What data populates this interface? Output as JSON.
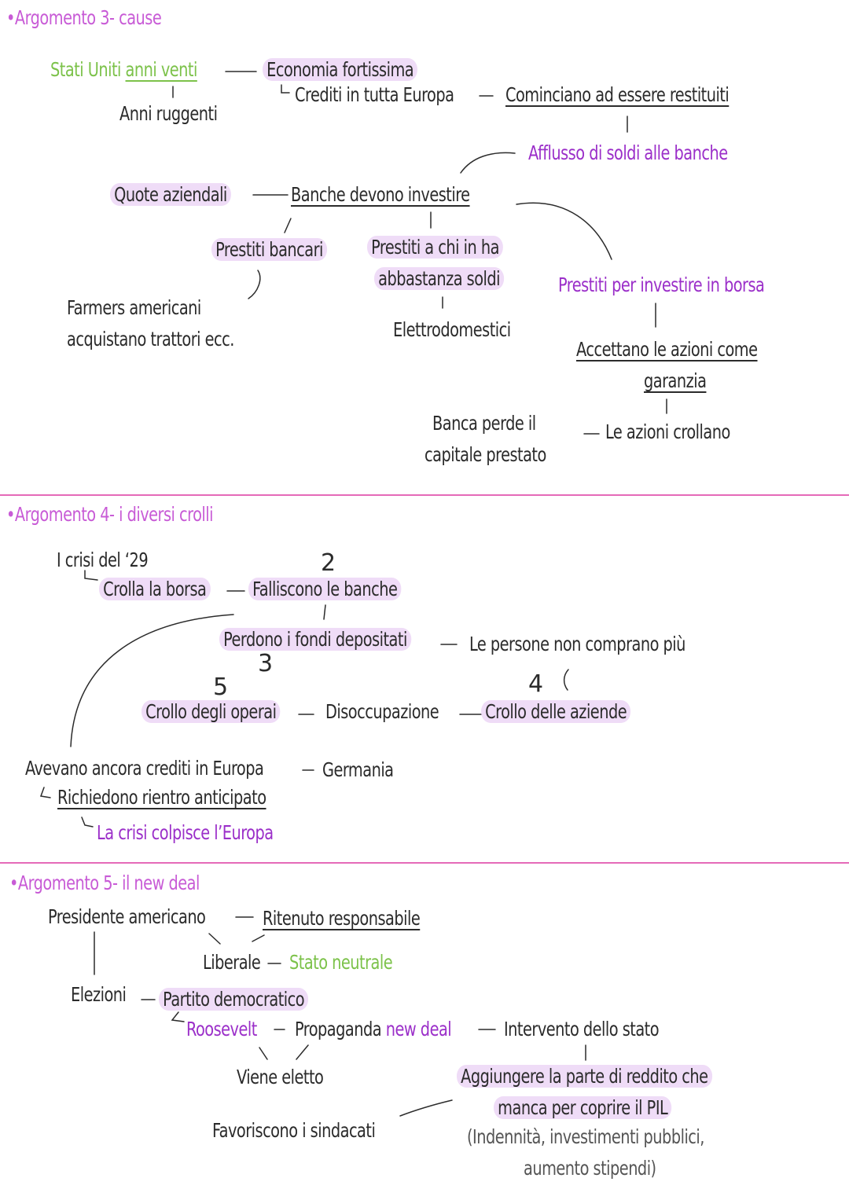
{
  "s1": {
    "title": "•Argomento 3- cause",
    "stati": "Stati Uniti",
    "anni_venti": "anni venti",
    "anni_ruggenti": "Anni ruggenti",
    "economia": "Economia fortissima",
    "crediti": "Crediti in tutta Europa",
    "cominciano": "Cominciano ad essere restituiti",
    "afflusso": "Afflusso di soldi alle banche",
    "quote": "Quote aziendali",
    "banche_investire": "Banche devono investire",
    "prestiti_bancari": "Prestiti bancari",
    "prestiti_chi_1": "Prestiti a chi in ha",
    "prestiti_chi_2": "abbastanza soldi",
    "prestiti_borsa": "Prestiti per investire in borsa",
    "farmers_1": "Farmers americani",
    "farmers_2": "acquistano trattori ecc.",
    "elettro": "Elettrodomestici",
    "accettano_1": "Accettano le azioni come",
    "accettano_2": "garanzia",
    "banca_perde_1": "Banca perde il",
    "banca_perde_2": "capitale prestato",
    "azioni_crollano": "Le azioni crollano"
  },
  "s2": {
    "title": "•Argomento 4- i diversi crolli",
    "crisi": "I crisi del ‘29",
    "crolla_borsa": "Crolla la borsa",
    "n2": "2",
    "falliscono": "Falliscono le banche",
    "perdono": "Perdono i fondi depositati",
    "n3": "3",
    "persone": "Le persone non comprano più",
    "n5": "5",
    "n4": "4",
    "crollo_operai": "Crollo degli operai",
    "disoccupazione": "Disoccupazione",
    "crollo_aziende": "Crollo delle aziende",
    "avevano": "Avevano ancora crediti in Europa",
    "germania": "Germania",
    "richiedono": "Richiedono rientro anticipato",
    "crisi_europa": "La crisi colpisce l’Europa"
  },
  "s3": {
    "title": "•Argomento 5- il new deal",
    "presidente": "Presidente americano",
    "ritenuto": "Ritenuto responsabile",
    "liberale": "Liberale",
    "stato_neutrale": "Stato neutrale",
    "elezioni": "Elezioni",
    "partito": "Partito democratico",
    "roosevelt": "Roosevelt",
    "propaganda": "Propaganda",
    "new_deal": "new deal",
    "intervento": "Intervento dello stato",
    "viene_eletto": "Viene eletto",
    "aggiungere_1": "Aggiungere la parte di reddito che",
    "aggiungere_2": "manca per coprire il PIL",
    "favoriscono": "Favoriscono i sindacati",
    "indennita_1": "(Indennità, investimenti pubblici,",
    "indennita_2": "aumento stipendi)"
  },
  "colors": {
    "ink": "#2b2b2b",
    "green": "#7cc24a",
    "purple": "#9b2fc9",
    "title_pink": "#c85bd6",
    "highlight": "#efdcf7",
    "separator": "#e56ab8"
  }
}
